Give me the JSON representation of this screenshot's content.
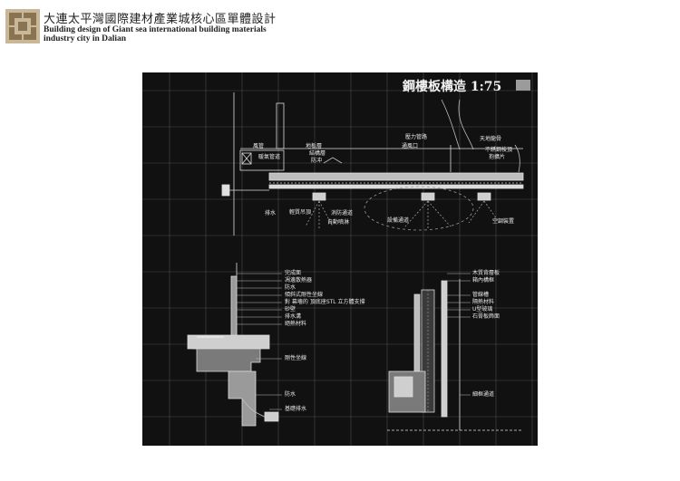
{
  "header": {
    "title_cn": "大連太平灣國際建材產業城核心區單體設計",
    "title_en_line1": "Building design of Giant sea international building materials",
    "title_en_line2": "industry city in Dalian"
  },
  "board": {
    "title": "鋼樓板構造 1:75",
    "top_section": {
      "labels": {
        "fengguan": "風管",
        "zhuangjia": "暖氣管道",
        "dimian": "地板層",
        "jiegou": "結構層",
        "fangchong": "防冲",
        "paishui": "排水",
        "qingzhi": "輕質吊頂",
        "xiaofang": "消防通道",
        "zidong": "自動噴淋",
        "shebei": "設備通道",
        "shuili": "壓力管路",
        "tongfeng": "通風口",
        "tiandi": "天地龍骨",
        "buxiugang": "不銹鋼棱頂",
        "baoxu": "抱擴片",
        "kongtiao": "空調裝置"
      }
    },
    "left_detail": {
      "labels": {
        "wancheng": "完成面",
        "huanrao": "凋邊散熱器",
        "fangshui1": "防水",
        "qingxie": "傾斜式剛性坐線",
        "zhichi": "對 幕墻的 頂底座STL 立方體支撐",
        "shabi": "砂壁",
        "paishuigou": "排水溝",
        "juanre": "絕熱材料",
        "gangxing": "剛性坐線",
        "fangshui2": "防水",
        "jichu": "基礎排水"
      }
    },
    "right_detail": {
      "labels": {
        "mubei": "木質背層板",
        "heshou": "箱內構框",
        "guandao": "管線槽",
        "geyin": "隔熱材料",
        "uxing": "U型玻璃",
        "lanbu": "石膏板飾面",
        "jiantong": "細框通道"
      }
    }
  }
}
